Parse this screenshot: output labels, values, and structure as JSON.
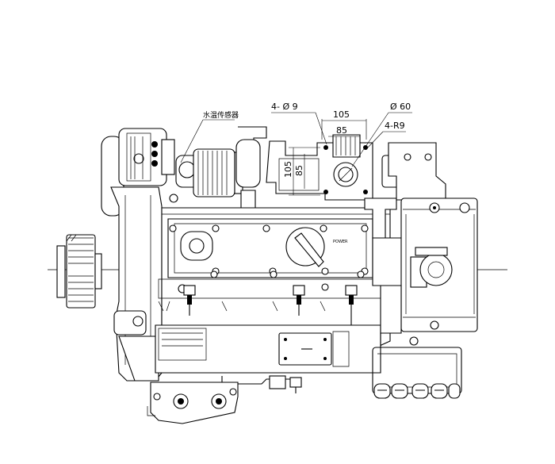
{
  "annotations": {
    "sensor_label": "水温传感器",
    "holes": "4- Ø 9",
    "width_outer": "105",
    "width_inner": "85",
    "height_outer": "105",
    "height_inner": "85",
    "diameter": "Ø 60",
    "radius": "4-R9"
  }
}
